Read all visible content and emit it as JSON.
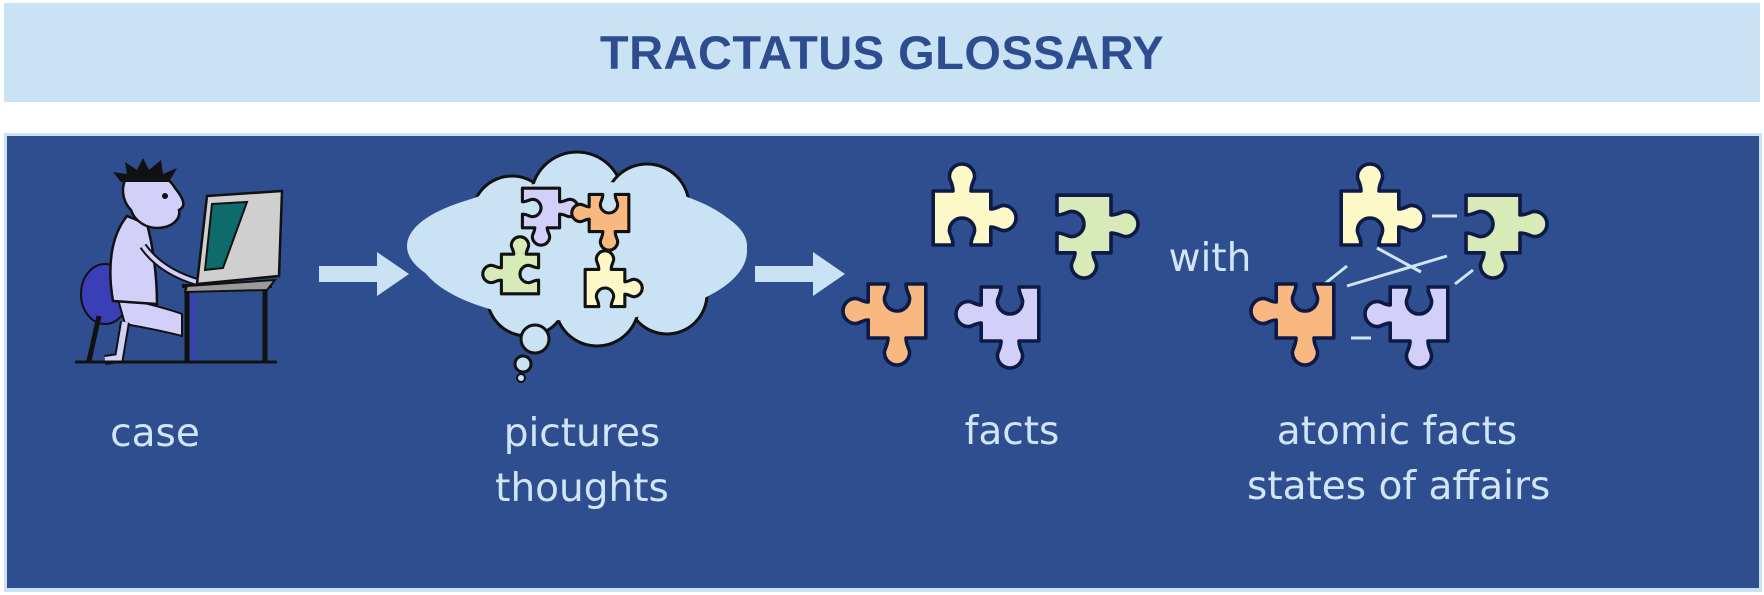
{
  "header": {
    "title": "TRACTATUS GLOSSARY"
  },
  "labels": {
    "case": "case",
    "pictures": "pictures",
    "thoughts": "thoughts",
    "facts": "facts",
    "with": "with",
    "atomic_facts": "atomic facts",
    "states_of_affairs": "states of affairs"
  },
  "colors": {
    "title_bar": "#c9e3f5",
    "title_text": "#2e4d8e",
    "panel": "#2f4e8f",
    "label_text": "#d0e5f6",
    "piece_yellow": "#fdf8c8",
    "piece_green": "#d8eab8",
    "piece_orange": "#f9b880",
    "piece_purple": "#d2d0f8",
    "cloud": "#c9e3f5"
  },
  "icons": [
    "person-at-computer-icon",
    "arrow-right-icon",
    "thought-cloud-icon",
    "puzzle-piece-icon"
  ]
}
